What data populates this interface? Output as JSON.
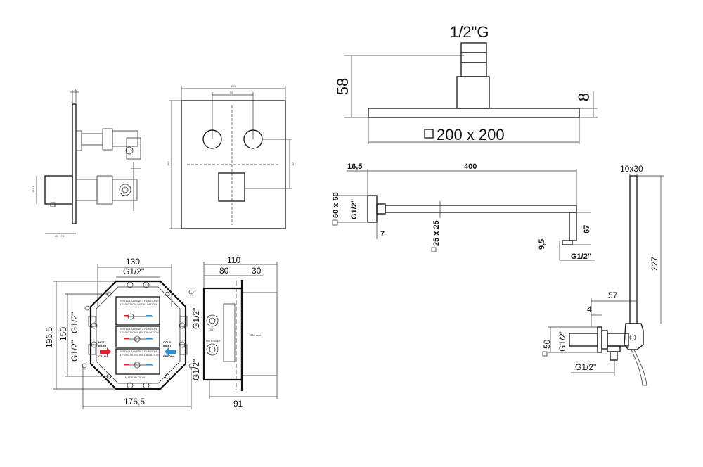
{
  "shower_head": {
    "connection": "1/2\"G",
    "height": "58",
    "thickness": "8",
    "size": "200 x 200"
  },
  "shower_arm": {
    "offset": "16,5",
    "length": "400",
    "flange": "60 x 60",
    "inlet": "G1/2\"",
    "tube": "25 x 25",
    "flange_depth": "7",
    "drop": "67",
    "nut": "9,5",
    "outlet": "G1/2\""
  },
  "hand_shower": {
    "section": "10x30",
    "height": "227",
    "projection": "57",
    "wall_offset": "4",
    "plate": "50",
    "thread_left": "G1/2\"",
    "thread_bottom": "G1/2\""
  },
  "box_front": {
    "width": "130",
    "top_inlet": "G1/2\"",
    "height": "196,5",
    "inner_height": "150",
    "thread_left_upper": "G1/2\"",
    "thread_left_lower": "G1/2\"",
    "thread_right_upper": "G1/2\"",
    "thread_right_lower": "G1/2\"",
    "bottom_width": "176,5",
    "hot_label_1": "HOT",
    "hot_label_2": "INLET",
    "hot_label_3": "CALDA",
    "cold_label_1": "COLD",
    "cold_label_2": "INLET",
    "cold_label_3": "FREDDA",
    "panel_1_line1": "INSTALLAZIONE 1 FUNZIONE",
    "panel_1_line2": "1 FUNCTION INSTALLATION",
    "panel_2_line1": "INSTALLAZIONE 2 FUNZIONI",
    "panel_2_line2": "2 FUNCTIONS INSTALLATION",
    "panel_3_line1": "INSTALLAZIONE 3 FUNZIONI",
    "panel_3_line2": "3 FUNCTIONS INSTALLATION",
    "bottom_text": "MADE IN ITALY"
  },
  "box_side": {
    "depth": "110",
    "front": "80",
    "rear": "30",
    "bottom": "91",
    "out_label": "OUT",
    "hot_label": "HOT INLET",
    "mid_label": "130 max"
  },
  "mixer_side": {
    "top": "8",
    "bottom": "40 ÷ 76",
    "left": "124,8"
  },
  "mixer_front": {
    "width": "150",
    "spacing": "55",
    "height": "165",
    "offset": "70"
  }
}
